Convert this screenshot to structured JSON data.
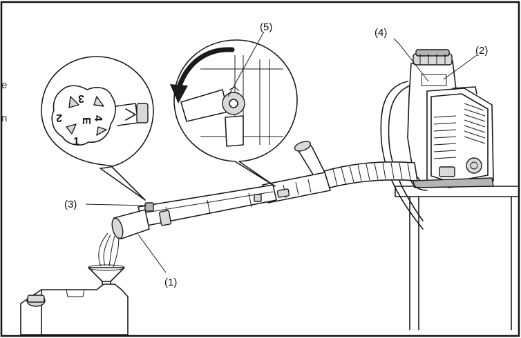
{
  "callouts": {
    "c1": "(1)",
    "c2": "(2)",
    "c3": "(3)",
    "c4": "(4)",
    "c5": "(5)"
  },
  "dial": {
    "n1": "1",
    "n2": "2",
    "n3": "3",
    "n4": "4"
  },
  "edge_text": {
    "line1": "e",
    "line2": "n"
  }
}
